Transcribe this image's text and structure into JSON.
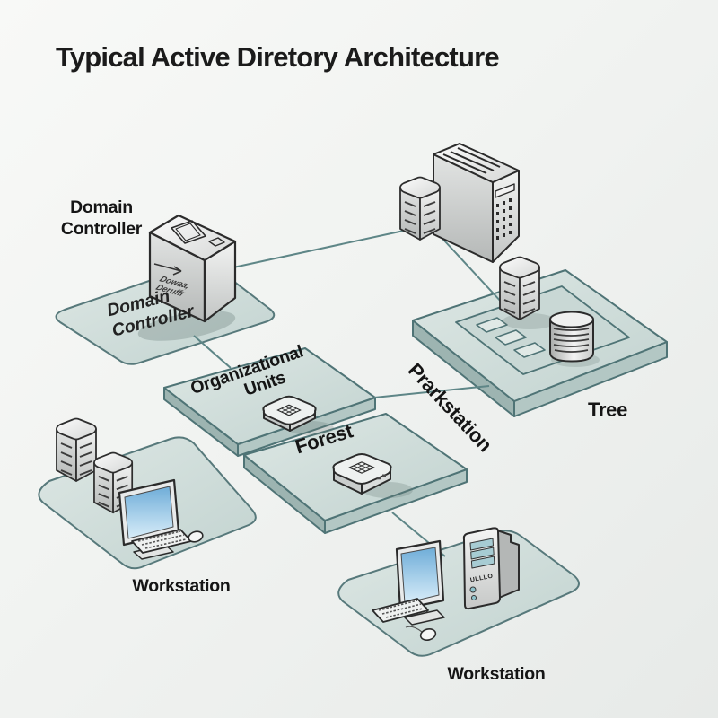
{
  "title": "Typical Active Diretory Architecture",
  "colors": {
    "background": "#f2f4f2",
    "platform_fill": "#cfdcd9",
    "platform_side": "#a2b8b5",
    "outline_teal": "#567b7d",
    "connector": "#5e8687",
    "device_outline": "#2b2b2b",
    "screen_blue": "#7db6de",
    "text": "#1a1a1a"
  },
  "nodes": {
    "domain_controller": {
      "label_line1": "Domain",
      "label_line2": "Controller",
      "platform_label_line1": "Domain",
      "platform_label_line2": "Controller",
      "box_text_line1": "Dowaa,",
      "box_text_line2": "Deruffr"
    },
    "organizational_units": {
      "label_line1": "Organizational",
      "label_line2": "Units"
    },
    "forest": {
      "label": "Forest"
    },
    "tree": {
      "label": "Tree"
    },
    "parkstation": {
      "label": "Prarkstation"
    },
    "workstation_left": {
      "label": "Workstation"
    },
    "workstation_right": {
      "label": "Workstation",
      "tower_text": "ULLLO"
    }
  }
}
